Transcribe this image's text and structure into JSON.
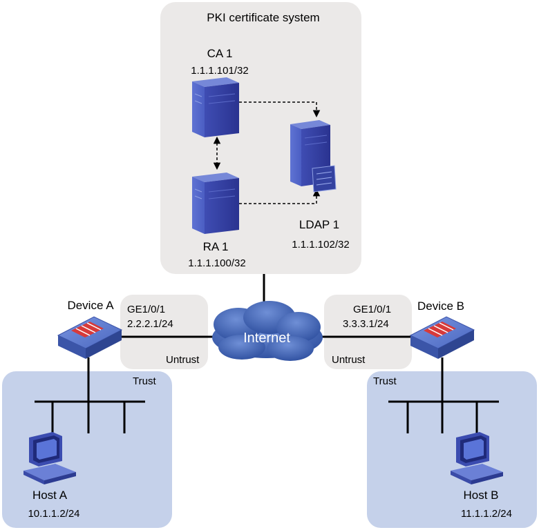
{
  "pki": {
    "title": "PKI certificate system",
    "ca": {
      "name": "CA 1",
      "ip": "1.1.1.101/32"
    },
    "ra": {
      "name": "RA 1",
      "ip": "1.1.1.100/32"
    },
    "ldap": {
      "name": "LDAP 1",
      "ip": "1.1.1.102/32"
    }
  },
  "internet": {
    "label": "Internet"
  },
  "device_a": {
    "name": "Device A",
    "interface": "GE1/0/1",
    "ip": "2.2.2.1/24",
    "zone_untrust": "Untrust",
    "zone_trust": "Trust"
  },
  "device_b": {
    "name": "Device B",
    "interface": "GE1/0/1",
    "ip": "3.3.3.1/24",
    "zone_untrust": "Untrust",
    "zone_trust": "Trust"
  },
  "host_a": {
    "name": "Host A",
    "ip": "10.1.1.2/24"
  },
  "host_b": {
    "name": "Host B",
    "ip": "11.1.1.2/24"
  },
  "colors": {
    "pki_region": "#ebe9e8",
    "trust_region": "#c5d1ea",
    "untrust_region": "#ebe9e8",
    "cloud": "#3f62b0",
    "device": "#4a69c2"
  }
}
